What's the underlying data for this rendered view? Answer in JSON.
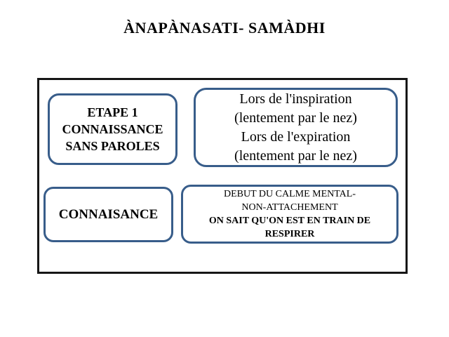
{
  "slide": {
    "title": "ÀNAPÀNASATI- SAMÀDHI",
    "colors": {
      "background": "#ffffff",
      "text": "#000000",
      "box_border": "#385d8a",
      "frame_border": "#161616"
    },
    "boxes": {
      "etape": {
        "lines": [
          "ETAPE 1",
          "CONNAISSANCE",
          "SANS PAROLES"
        ]
      },
      "breath": {
        "lines": [
          "Lors de l'inspiration",
          "(lentement par le nez)",
          "Lors de l'expiration",
          "(lentement par le nez)"
        ]
      },
      "connaisance": {
        "lines": [
          "CONNAISANCE"
        ]
      },
      "calme": {
        "regular_lines": [
          "DEBUT DU CALME MENTAL-",
          "NON-ATTACHEMENT"
        ],
        "bold_lines": [
          "ON SAIT QU'ON EST EN TRAIN DE",
          "RESPIRER"
        ]
      }
    }
  }
}
